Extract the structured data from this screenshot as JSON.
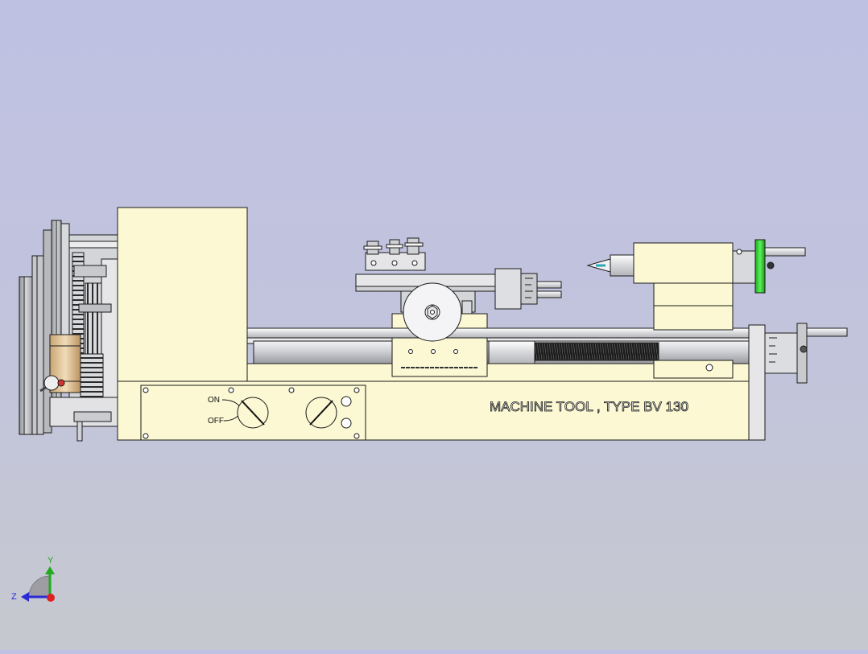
{
  "panel": {
    "switch_on_label": "ON",
    "switch_off_label": "OFF"
  },
  "nameplate": {
    "title": "MACHINE TOOL , TYPE BV 130"
  },
  "triad": {
    "y_label": "Y",
    "z_label": "Z"
  },
  "colors": {
    "background_top": "#bfc1e3",
    "background_bottom": "#c6c8cf",
    "body": "#fbf8d3",
    "steel": "#e1e1e4",
    "handwheel_green": "#2fd02f",
    "axis_y": "#1faa1f",
    "axis_z": "#2a2ad6",
    "axis_x": "#e02020"
  }
}
